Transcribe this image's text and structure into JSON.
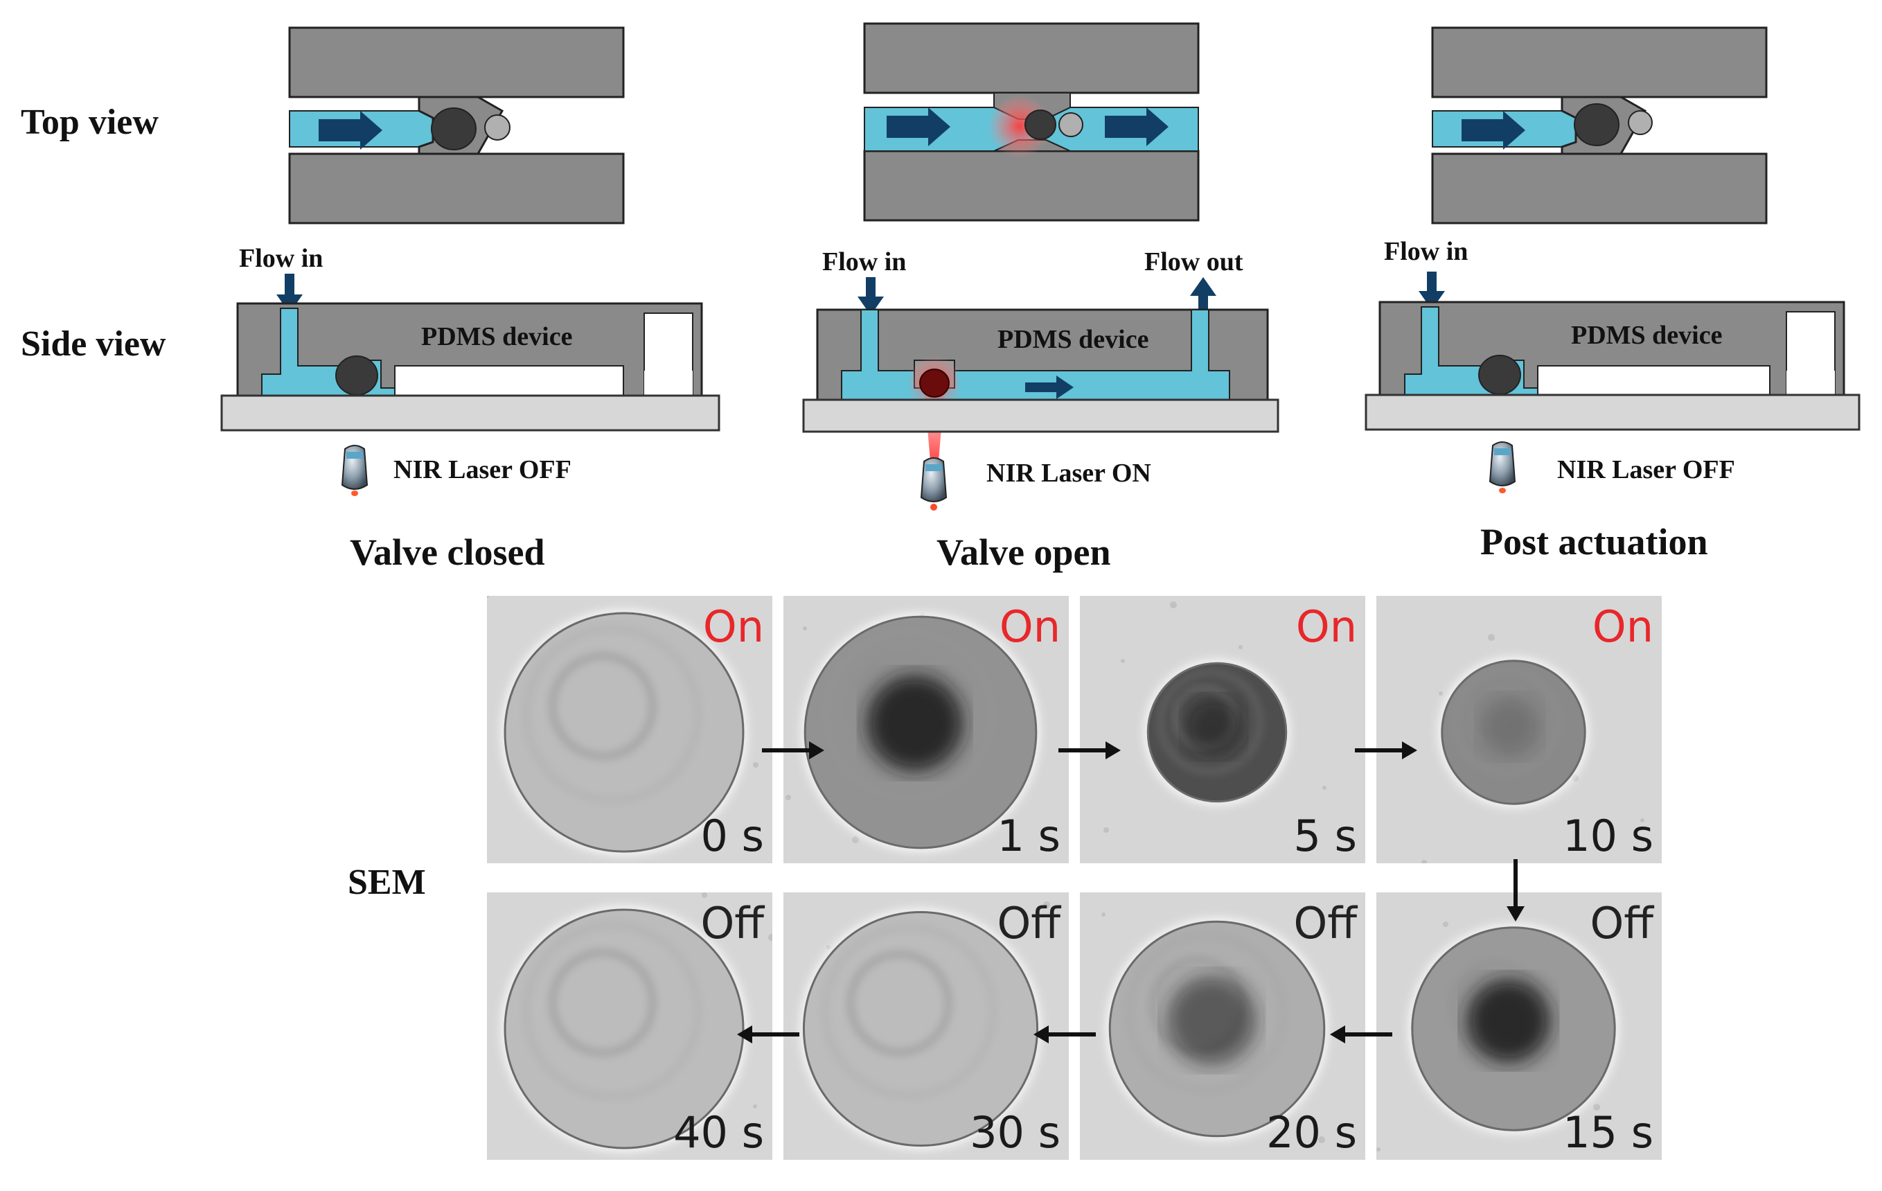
{
  "row_labels": {
    "top_view": "Top view",
    "side_view": "Side view",
    "sem": "SEM"
  },
  "panels": [
    {
      "caption": "Valve closed",
      "flow_in": "Flow in",
      "device": "PDMS device",
      "laser": "NIR Laser OFF",
      "laser_on": false
    },
    {
      "caption": "Valve open",
      "flow_in": "Flow in",
      "flow_out": "Flow out",
      "device": "PDMS device",
      "laser": "NIR Laser ON",
      "laser_on": true
    },
    {
      "caption": "Post actuation",
      "flow_in": "Flow in",
      "device": "PDMS device",
      "laser": "NIR Laser OFF",
      "laser_on": false
    }
  ],
  "sem_frames": [
    {
      "state": "On",
      "time": "0 s",
      "diameter_rel": 1.0,
      "darkness": 0.1,
      "core": 0.0
    },
    {
      "state": "On",
      "time": "1 s",
      "diameter_rel": 0.97,
      "darkness": 0.35,
      "core": 0.85
    },
    {
      "state": "On",
      "time": "5 s",
      "diameter_rel": 0.58,
      "darkness": 0.75,
      "core": 0.5
    },
    {
      "state": "On",
      "time": "10 s",
      "diameter_rel": 0.6,
      "darkness": 0.4,
      "core": 0.2
    },
    {
      "state": "Off",
      "time": "15 s",
      "diameter_rel": 0.85,
      "darkness": 0.3,
      "core": 0.85
    },
    {
      "state": "Off",
      "time": "20 s",
      "diameter_rel": 0.9,
      "darkness": 0.18,
      "core": 0.55
    },
    {
      "state": "Off",
      "time": "30 s",
      "diameter_rel": 0.98,
      "darkness": 0.1,
      "core": 0.0
    },
    {
      "state": "Off",
      "time": "40 s",
      "diameter_rel": 1.0,
      "darkness": 0.1,
      "core": 0.0
    }
  ],
  "colors": {
    "pdms_gray": "#8a8a8a",
    "channel_blue": "#63c3d8",
    "arrow_navy": "#123e66",
    "valve_dark": "#3a3a3a",
    "state_on": "#e8272a",
    "state_off": "#222222",
    "tile_bg": "#d6d6d6"
  }
}
